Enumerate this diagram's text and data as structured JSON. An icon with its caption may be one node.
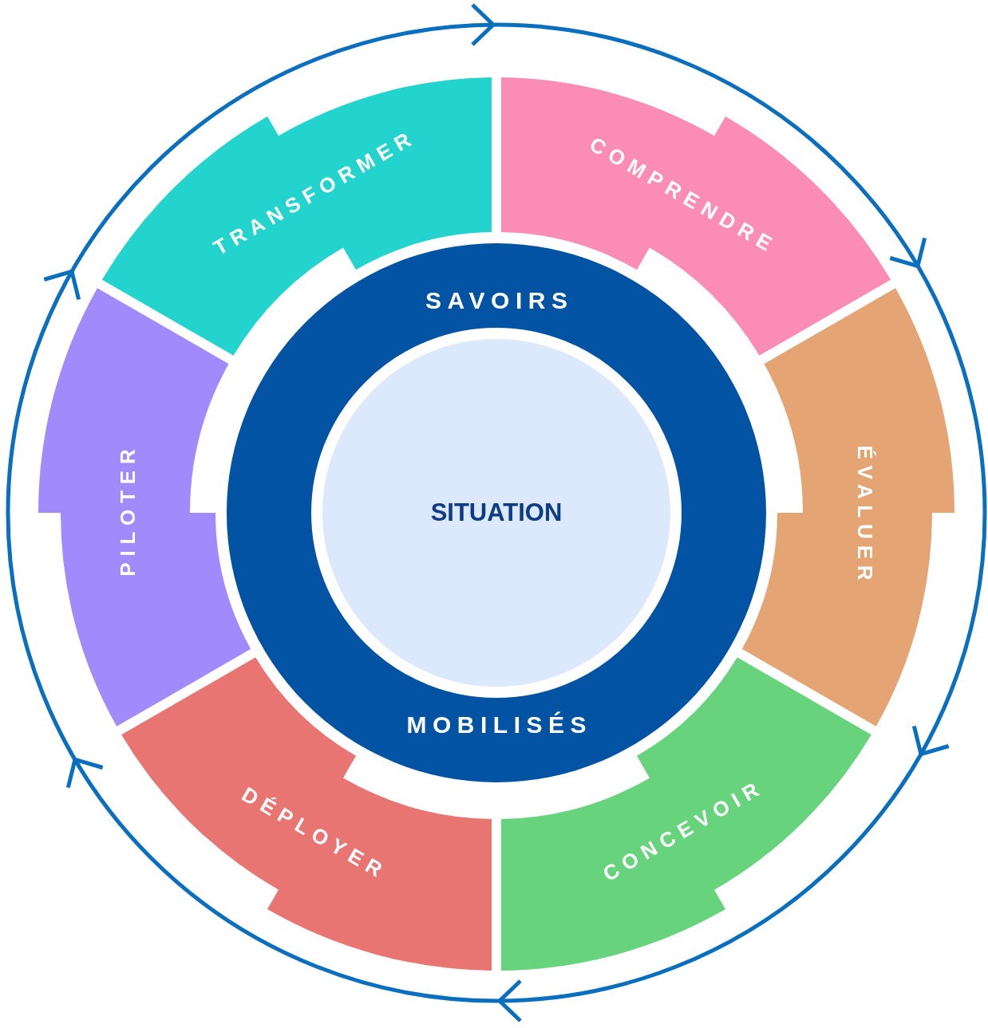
{
  "diagram": {
    "nodes": [
      {
        "text": [
          "SAVOIRS",
          "MOBILISÉS"
        ]
      },
      {
        "text": [
          "SITUATION"
        ],
        "in": 0
      },
      {
        "text": [
          "COMPRENDRE"
        ]
      },
      {
        "text": [
          "ÉVALUER"
        ]
      },
      {
        "text": [
          "CONCEVOIR"
        ]
      },
      {
        "text": [
          "DÉPLOYER"
        ]
      },
      {
        "text": [
          "PILOTER"
        ]
      },
      {
        "text": [
          "TRANSFORMER"
        ]
      }
    ]
  }
}
